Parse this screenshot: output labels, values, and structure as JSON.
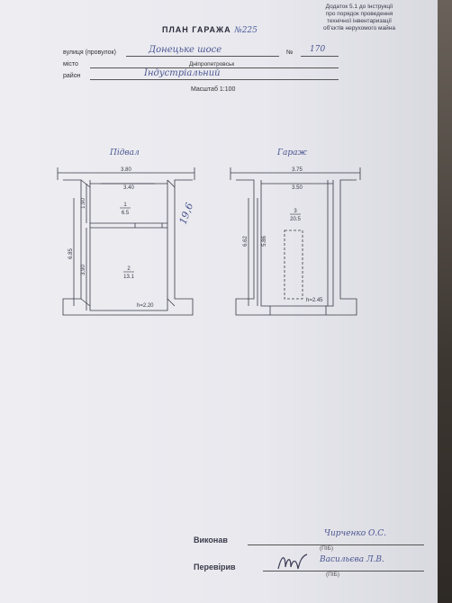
{
  "appendix": [
    "Додаток 5.1 до Інструкції",
    "про порядок проведення",
    "технічної інвентаризації",
    "об'єктів нерухомого майна"
  ],
  "header": {
    "title": "ПЛАН ГАРАЖА",
    "number": "№225"
  },
  "fields": {
    "street_label": "вулиця (провулок)",
    "street_value": "Донецьке шосе",
    "number_label": "№",
    "number_value": "170",
    "city_label": "місто",
    "city_value": "Дніпропетровськ",
    "district_label": "район",
    "district_value": "Індустріальний",
    "scale": "Масштаб 1:100"
  },
  "plans": {
    "basement": {
      "title": "Підвал",
      "dim_total": "3.80",
      "dim_inner": "3.40",
      "dim_height": "6.85",
      "dim_room1": "1.90",
      "dim_room2": "3.90",
      "room1": {
        "number": "1",
        "area": "6.5"
      },
      "room2": {
        "number": "2",
        "area": "13.1"
      },
      "height": "h=2.20",
      "handwritten_total": "19,6"
    },
    "garage": {
      "title": "Гараж",
      "dim_total": "3.75",
      "dim_inner": "3.50",
      "dim_height": "6.62",
      "dim_inner_height": "5.86",
      "room3": {
        "number": "3",
        "area": "20.5"
      },
      "height": "h=2.45"
    }
  },
  "signatures": {
    "executed_label": "Виконав",
    "executed_name": "Чирченко О.С.",
    "checked_label": "Перевірив",
    "checked_name": "Васильєва Л.В.",
    "pib": "(ПІБ)"
  }
}
